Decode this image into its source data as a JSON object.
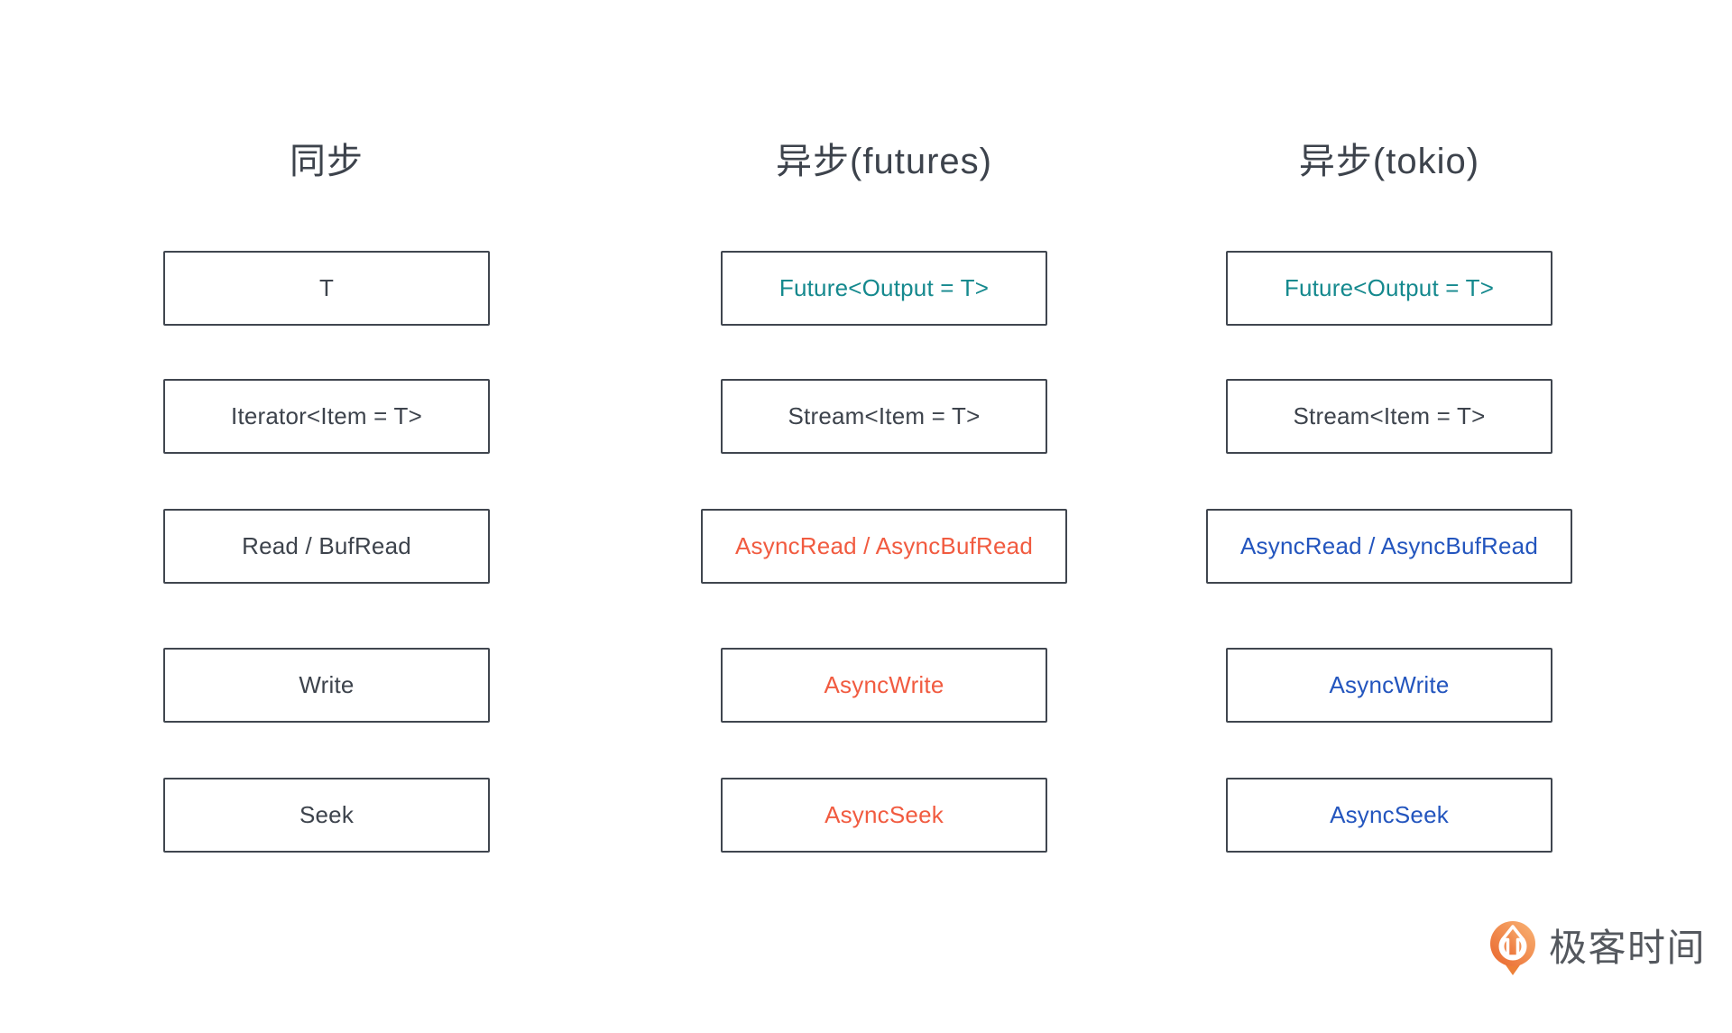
{
  "colors": {
    "dark": "#3D434C",
    "teal": "#15898E",
    "orange": "#F15B40",
    "blue": "#2355BE",
    "border": "#40464F",
    "logo_text": "#54585E",
    "logo_orange_light": "#F9B475",
    "logo_orange_dark": "#E9662C"
  },
  "columns": [
    {
      "id": "sync",
      "header": "同步",
      "boxes": [
        {
          "label": "T",
          "color": "dark"
        },
        {
          "label": "Iterator<Item = T>",
          "color": "dark"
        },
        {
          "label": "Read / BufRead",
          "color": "dark"
        },
        {
          "label": "Write",
          "color": "dark"
        },
        {
          "label": "Seek",
          "color": "dark"
        }
      ]
    },
    {
      "id": "async-futures",
      "header": "异步(futures)",
      "boxes": [
        {
          "label": "Future<Output = T>",
          "color": "teal"
        },
        {
          "label": "Stream<Item = T>",
          "color": "dark"
        },
        {
          "label": "AsyncRead / AsyncBufRead",
          "color": "orange"
        },
        {
          "label": "AsyncWrite",
          "color": "orange"
        },
        {
          "label": "AsyncSeek",
          "color": "orange"
        }
      ]
    },
    {
      "id": "async-tokio",
      "header": "异步(tokio)",
      "boxes": [
        {
          "label": "Future<Output = T>",
          "color": "teal"
        },
        {
          "label": "Stream<Item = T>",
          "color": "dark"
        },
        {
          "label": "AsyncRead / AsyncBufRead",
          "color": "blue"
        },
        {
          "label": "AsyncWrite",
          "color": "blue"
        },
        {
          "label": "AsyncSeek",
          "color": "blue"
        }
      ]
    }
  ],
  "logo": {
    "text": "极客时间",
    "icon": "geektime-logo-icon"
  }
}
